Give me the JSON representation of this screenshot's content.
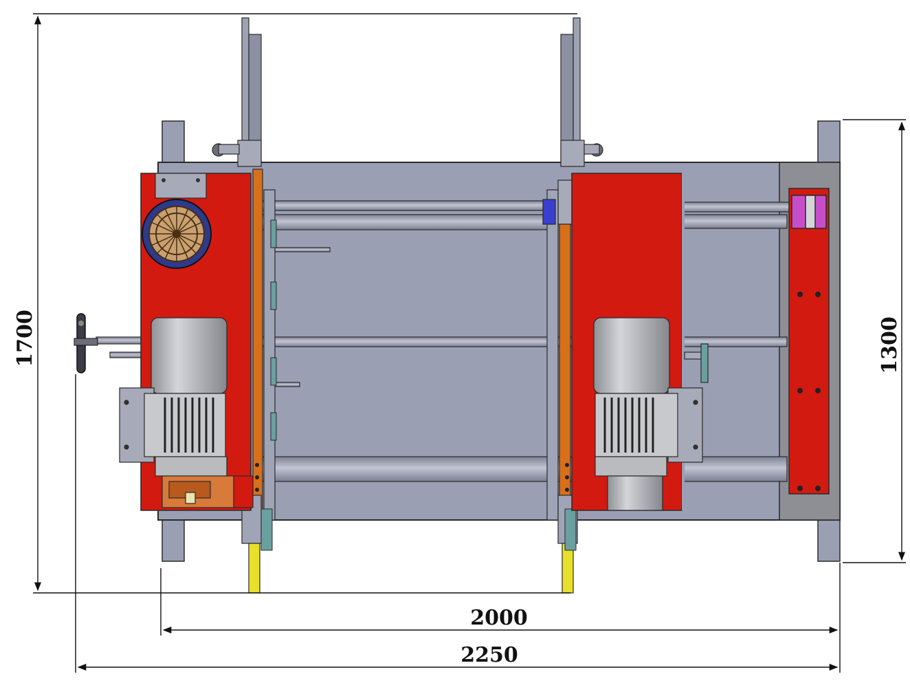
{
  "dimensions": {
    "height_total": "1700",
    "height_frame": "1300",
    "width_frame": "2000",
    "width_total": "2250"
  },
  "colors": {
    "frame": "#9a9fb3",
    "frame_stroke": "#2a2a2a",
    "housing": "#d21a10",
    "motor": "#b4b6ba",
    "steel": "#8c90a3",
    "guide": "#e8e02a",
    "bracket": "#c64fc9",
    "gearbox": "#d87a3a",
    "dim_line": "#111111"
  },
  "icons": {
    "hand_wheel": "hand-wheel-icon",
    "motor_fan": "motor-fan-icon"
  }
}
